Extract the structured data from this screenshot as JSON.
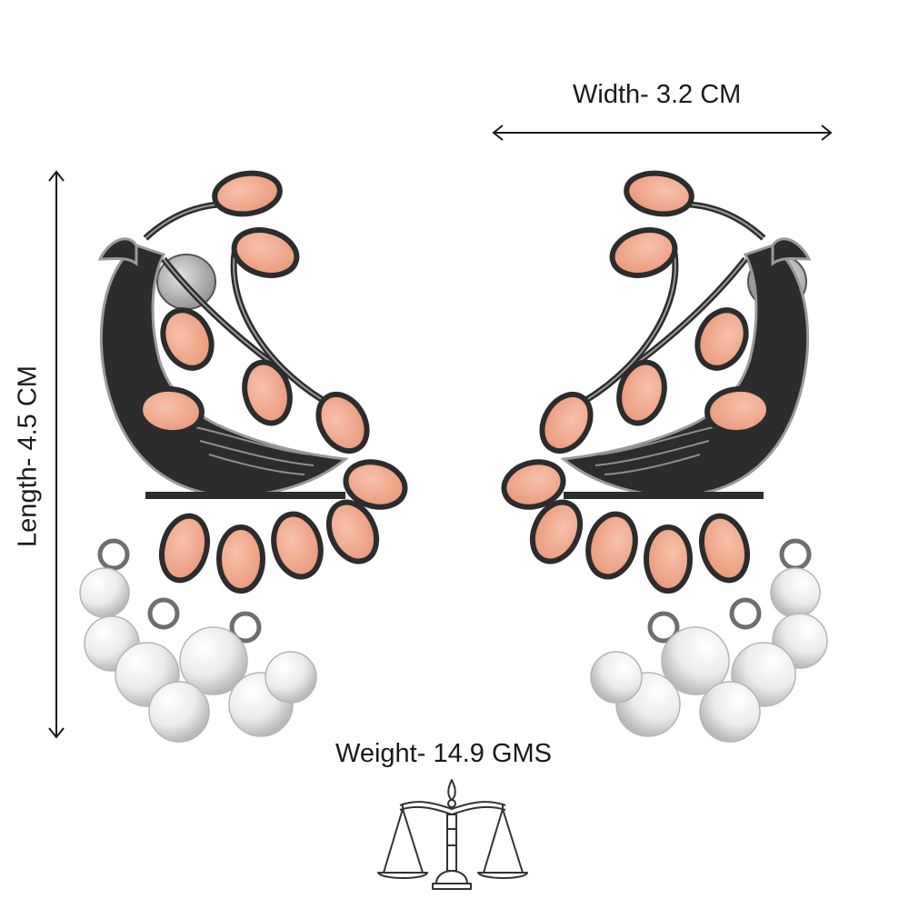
{
  "dimensions": {
    "width_label": "Width- 3.2 CM",
    "length_label": "Length- 4.5 CM",
    "weight_label": "Weight- 14.9 GMS"
  },
  "icons": {
    "weight": "balance-scale-icon",
    "arrows": "double-headed-arrow-icon"
  },
  "colors": {
    "background": "#ffffff",
    "metal": "#2c2c2c",
    "metal_highlight": "#9a9a9a",
    "stone": "#f0a88c",
    "pearl": "#f4f4f4",
    "text": "#1a1a1a"
  }
}
